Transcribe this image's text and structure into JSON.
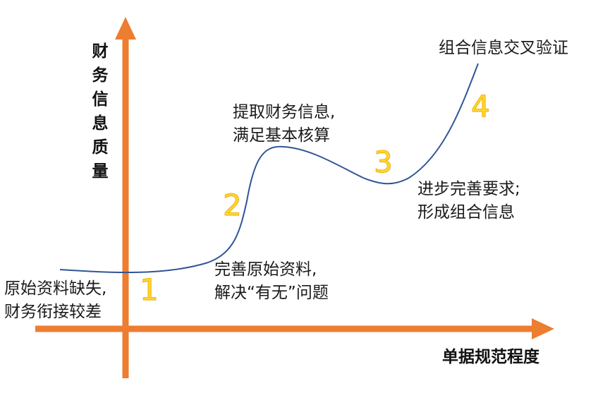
{
  "diagram": {
    "y_axis_label": "财务信息质量",
    "x_axis_label": "单据规范程度",
    "stages": [
      {
        "number": "1",
        "lines": [
          "原始资料缺失,",
          "财务衔接较差"
        ]
      },
      {
        "number": "2",
        "lines": [
          "完善原始资料,",
          "解决“有无”问题"
        ]
      },
      {
        "number": "3",
        "lines": [
          "提取财务信息,",
          "满足基本核算"
        ]
      },
      {
        "number": "4",
        "lines": [
          "进步完善要求;",
          "形成组合信息"
        ]
      }
    ],
    "top_label": "组合信息交叉验证"
  },
  "colors": {
    "axis": "#ed7d31",
    "curve": "#2f5597",
    "stage_number": "#ffd733",
    "text": "#1a1a1a"
  }
}
